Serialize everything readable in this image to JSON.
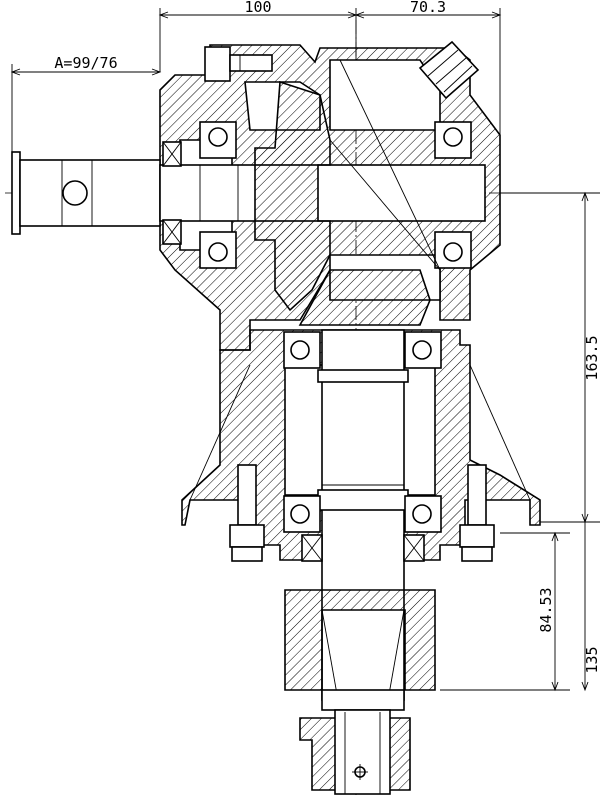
{
  "dimensions": {
    "top_left": "100",
    "top_right": "70.3",
    "shaft_label": "A=99/76",
    "vertical_mid": "163.5",
    "vertical_lower": "84.53",
    "vertical_bottom": "135"
  }
}
